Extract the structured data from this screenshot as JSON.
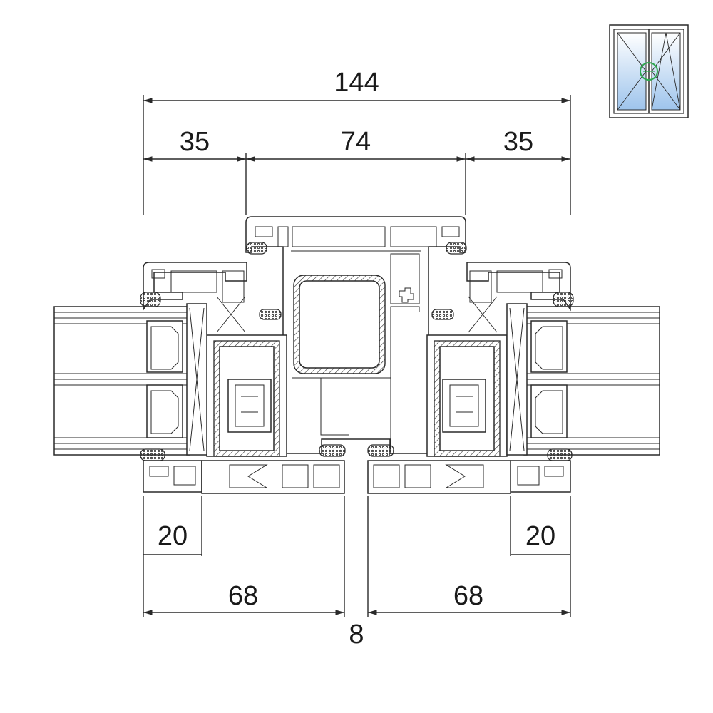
{
  "drawing": {
    "dimensions": {
      "overall": "144",
      "left_sash": "35",
      "center_frame": "74",
      "right_sash": "35",
      "left_inner": "20",
      "right_inner": "20",
      "left_width": "68",
      "right_width": "68",
      "gap": "8"
    },
    "icon": "double-window-tilt-turn-icon",
    "accent_color": "#2fa84f",
    "glass_color": "#cfe1f5"
  }
}
